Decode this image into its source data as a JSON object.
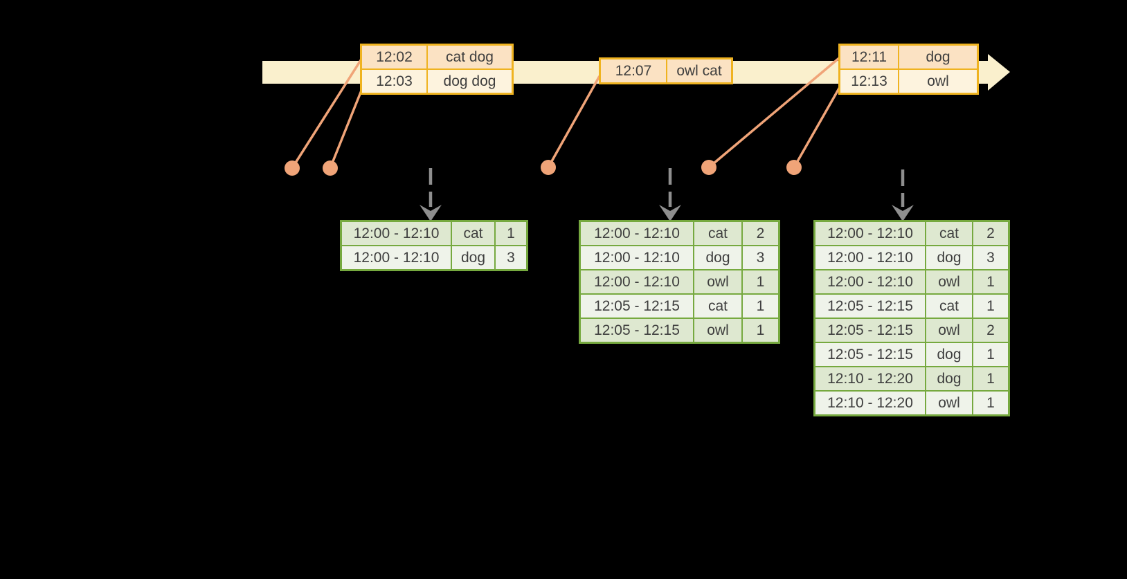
{
  "diagram": {
    "description": "streaming-windowed-word-count-timeline",
    "timeline": {
      "kind": "arrow-band",
      "direction": "left-to-right"
    }
  },
  "colors": {
    "background": "#000000",
    "timeline-fill": "#FAF0CD",
    "event-border": "#EFB320",
    "event-row-dark": "#FBE2C3",
    "event-row-light": "#FDF3DE",
    "marker": "#F0A478",
    "result-border": "#76A93F",
    "result-row-dark": "#DEE8D0",
    "result-row-light": "#EFF3EA",
    "trigger-arrow": "#8F8F8F",
    "text": "#3E3E3E"
  },
  "icons": [
    "timeline-arrow-icon",
    "event-dot-icon",
    "connector-line-icon",
    "trigger-down-arrow-icon"
  ],
  "event_tables": [
    {
      "rows": [
        {
          "time": "12:02",
          "words": "cat dog"
        },
        {
          "time": "12:03",
          "words": "dog dog"
        }
      ]
    },
    {
      "rows": [
        {
          "time": "12:07",
          "words": "owl cat"
        }
      ]
    },
    {
      "rows": [
        {
          "time": "12:11",
          "words": "dog"
        },
        {
          "time": "12:13",
          "words": "owl"
        }
      ]
    }
  ],
  "result_tables": [
    {
      "rows": [
        {
          "window": "12:00 - 12:10",
          "word": "cat",
          "count": "1"
        },
        {
          "window": "12:00 - 12:10",
          "word": "dog",
          "count": "3"
        }
      ]
    },
    {
      "rows": [
        {
          "window": "12:00 - 12:10",
          "word": "cat",
          "count": "2"
        },
        {
          "window": "12:00 - 12:10",
          "word": "dog",
          "count": "3"
        },
        {
          "window": "12:00 - 12:10",
          "word": "owl",
          "count": "1"
        },
        {
          "window": "12:05 - 12:15",
          "word": "cat",
          "count": "1"
        },
        {
          "window": "12:05 - 12:15",
          "word": "owl",
          "count": "1"
        }
      ]
    },
    {
      "rows": [
        {
          "window": "12:00 - 12:10",
          "word": "cat",
          "count": "2"
        },
        {
          "window": "12:00 - 12:10",
          "word": "dog",
          "count": "3"
        },
        {
          "window": "12:00 - 12:10",
          "word": "owl",
          "count": "1"
        },
        {
          "window": "12:05 - 12:15",
          "word": "cat",
          "count": "1"
        },
        {
          "window": "12:05 - 12:15",
          "word": "owl",
          "count": "2"
        },
        {
          "window": "12:05 - 12:15",
          "word": "dog",
          "count": "1"
        },
        {
          "window": "12:10 - 12:20",
          "word": "dog",
          "count": "1"
        },
        {
          "window": "12:10 - 12:20",
          "word": "owl",
          "count": "1"
        }
      ]
    }
  ]
}
